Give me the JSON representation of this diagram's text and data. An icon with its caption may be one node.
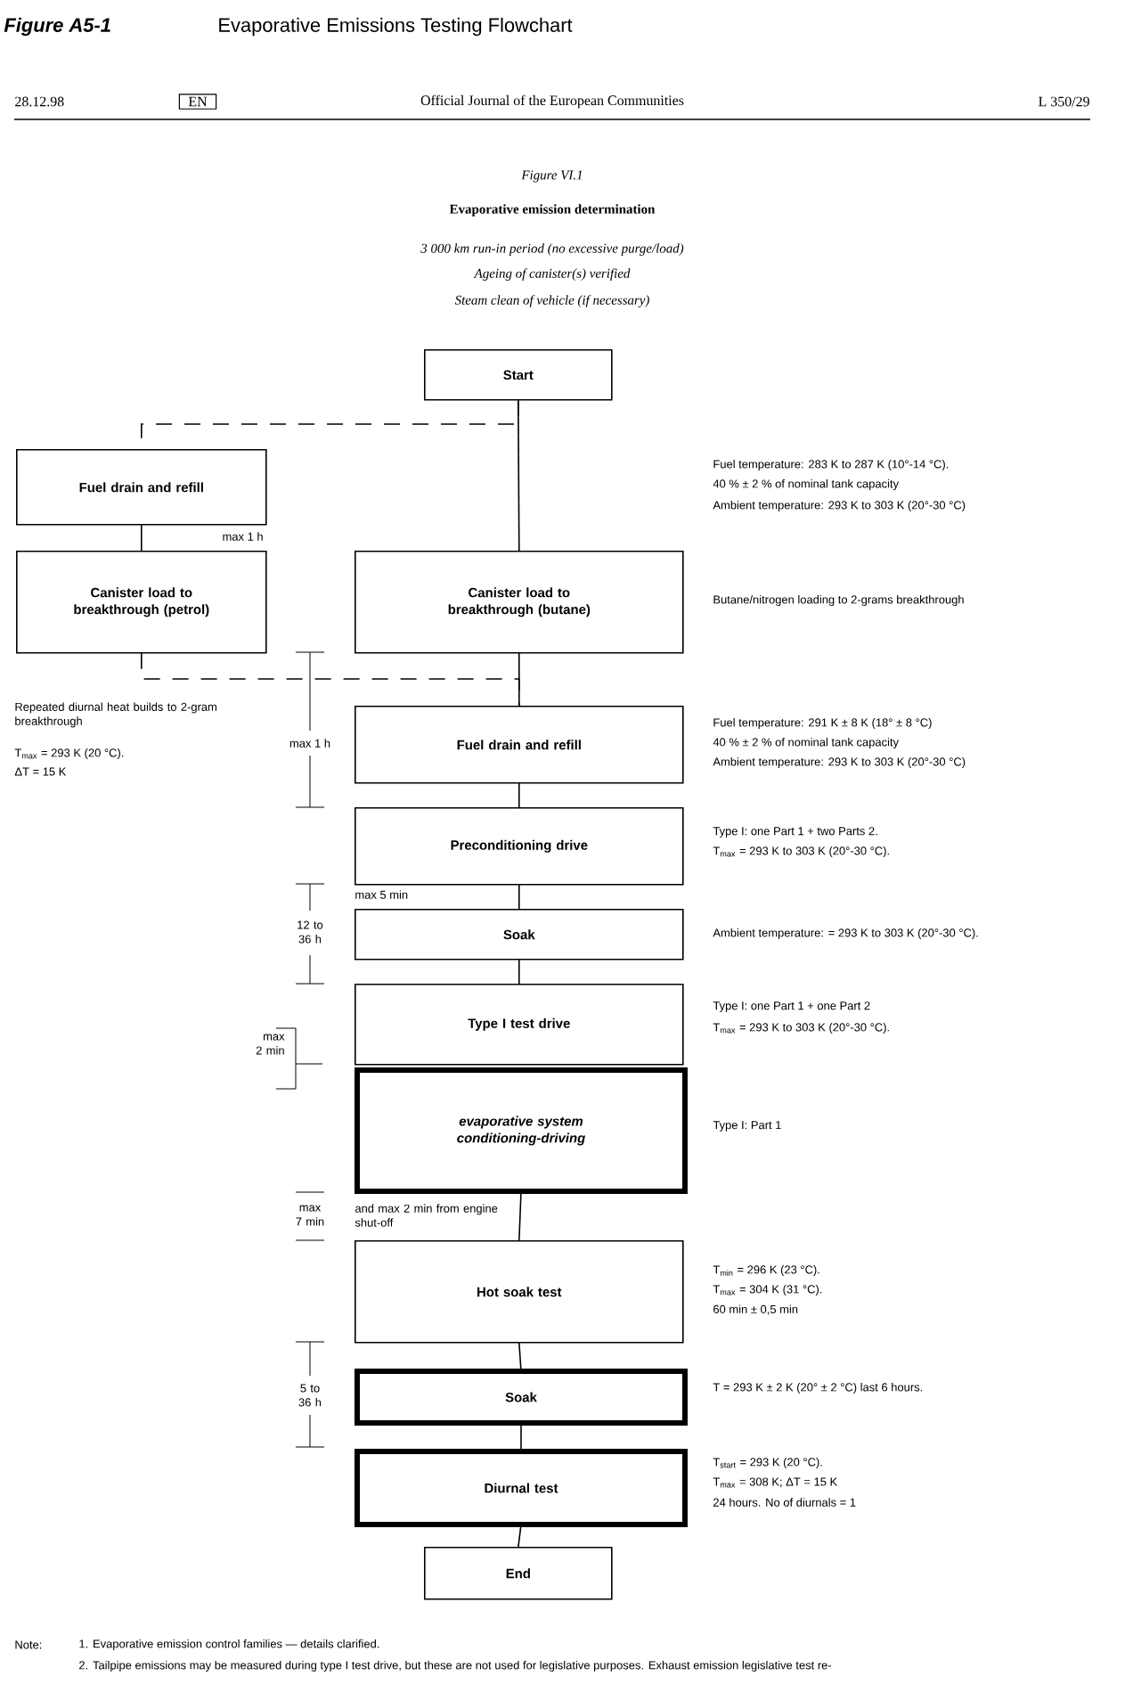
{
  "diagram": {
    "title": "Evaporative Emissions Testing Flowchart",
    "nodes": [
      {
        "text": [
          "Start"
        ]
      },
      {
        "text": [
          "Fuel drain and refill"
        ]
      },
      {
        "text": [
          "Canister load to breakthrough (petrol)"
        ]
      },
      {
        "text": [
          "Canister load to breakthrough (butane)"
        ],
        "beside": [
          "Butane/nitrogen loading to 2-grams breakthrough"
        ]
      },
      {
        "text": [
          "Fuel drain and refill"
        ],
        "beside": [
          "Fuel temperature: 291 K ± 8 K (18° ± 8 °C)",
          "40 % ± 2 % of nominal tank capacity",
          "Ambient temperature: 293 K to 303 K (20°-30 °C)"
        ]
      },
      {
        "text": [
          "Preconditioning drive"
        ],
        "beside": [
          "Type I: one Part 1 + two Parts 2.",
          "T$_{max}$ = 293 K to 303 K (20°-30 °C)."
        ]
      },
      {
        "text": [
          "Soak"
        ],
        "beside": [
          "Ambient temperature: = 293 K to 303 K (20°-30 °C)."
        ]
      },
      {
        "text": [
          "Type I test drive"
        ],
        "beside": [
          "Type I: one Part 1 + one Part 2",
          "T$_{max}$ = 293 K to 303 K (20°-30 °C)."
        ]
      },
      {
        "text": [
          "evaporative system conditioning-driving"
        ],
        "beside": [
          "Type I: Part 1"
        ]
      },
      {
        "text": [
          "Hot soak test"
        ],
        "beside": [
          "T$_{min}$ = 296 K (23 °C).",
          "T$_{max}$ = 304 K (31 °C).",
          "60 min ± 0,5 min"
        ]
      },
      {
        "text": [
          "Soak"
        ],
        "beside": [
          "T = 293 K ± 2 K (20° ± 2 °C) last 6 hours."
        ]
      },
      {
        "text": [
          "Diurnal test"
        ],
        "beside": [
          "T$_{start}$ = 293 K (20 °C).",
          "T$_{max}$ = 308 K; ΔT = 15 K",
          "24 hours. No of diurnals = 1"
        ]
      },
      {
        "text": [
          "End"
        ]
      }
    ],
    "edges": [
      {
        "from": 0,
        "to": 3,
        "arrow": "none"
      },
      {
        "from": 0,
        "to": 1,
        "arrow": "none",
        "style": "dashed"
      },
      {
        "from": 1,
        "to": 2,
        "arrow": "none"
      },
      {
        "from": 2,
        "to": 4,
        "arrow": "none",
        "style": "dashed"
      },
      {
        "from": 3,
        "to": 4,
        "arrow": "none"
      },
      {
        "from": 4,
        "to": 5,
        "arrow": "none"
      },
      {
        "from": 5,
        "to": 6,
        "arrow": "none"
      },
      {
        "from": 6,
        "to": 7,
        "arrow": "none"
      },
      {
        "from": 8,
        "to": 9,
        "arrow": "none"
      },
      {
        "from": 9,
        "to": 10,
        "arrow": "none"
      },
      {
        "from": 10,
        "to": 11,
        "arrow": "none"
      },
      {
        "from": 11,
        "to": 12,
        "arrow": "none"
      }
    ],
    "labels": [
      "Figure A5-1",
      "28.12.98",
      "EN",
      "Official Journal of the European Communities",
      "L 350/29",
      "Figure VI.1",
      "Evaporative emission determination",
      "3 000 km run-in period (no excessive purge/load)",
      "Ageing of canister(s) verified",
      "Steam clean of vehicle (if necessary)",
      "Fuel temperature: 283 K to 287 K (10°-14 °C).",
      "40 % ± 2 % of nominal tank capacity",
      "Ambient temperature: 293 K to 303 K (20°-30 °C)",
      "max 1 h",
      "Repeated diurnal heat builds to 2-gram breakthrough",
      "T$_{max}$ = 293 K (20 °C).",
      "ΔT = 15 K",
      "max 1 h",
      "max 5 min",
      "12 to 36 h",
      "max 2 min",
      "max 7 min",
      "and max 2 min from engine shut-off",
      "5 to 36 h",
      "Note:",
      "1. Evaporative emission control families — details clarified.",
      "2. Tailpipe emissions may be measured during type I test drive, but these are not used for legislative purposes. Exhaust emission legislative test re-"
    ]
  }
}
